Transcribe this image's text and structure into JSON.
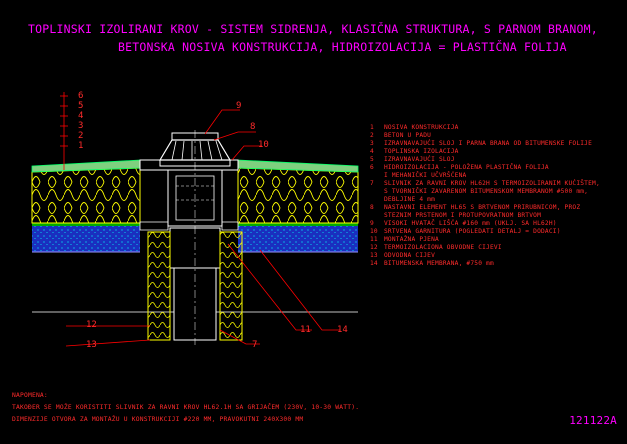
{
  "title": {
    "line1": "TOPLINSKI IZOLIRANI KROV - SISTEM SIDRENJA, KLASIČNA STRUKTURA, S PARNOM BRANOM,",
    "line2": "BETONSKA NOSIVA KONSTRUKCIJA, HIDROIZOLACIJA = PLASTIČNA FOLIJA"
  },
  "layer_numbers": [
    "6",
    "5",
    "4",
    "3",
    "2",
    "1"
  ],
  "callouts": [
    "9",
    "8",
    "10",
    "12",
    "13",
    "11",
    "14",
    "7"
  ],
  "legend": [
    {
      "num": "1",
      "text": "NOSIVA KONSTRUKCIJA"
    },
    {
      "num": "2",
      "text": "BETON U PADU"
    },
    {
      "num": "3",
      "text": "IZRAVNAVAJUĆI SLOJ I PARNA BRANA OD BITUMENSKE FOLIJE"
    },
    {
      "num": "4",
      "text": "TOPLINSKA IZOLACIJA"
    },
    {
      "num": "5",
      "text": "IZRAVNAVAJUĆI SLOJ"
    },
    {
      "num": "6",
      "text": "HIDROIZOLACIJA - POLOŽENA PLASTIČNA FOLIJA",
      "text2": "I MEHANIČKI UČVRŠĆENA"
    },
    {
      "num": "7",
      "text": "SLIVNIK ZA RAVNI KROV HL62H S TERMOIZOLIRANIM KUĆIŠTEM,",
      "text2": "S TVORNIČKI ZAVARENOM BITUMENSKOM MEMBRANOM #500 mm,",
      "text3": "DEBLJINE 4 mm"
    },
    {
      "num": "8",
      "text": "NASTAVNI ELEMENT HL65 S BRTVENOM PRIRUBNICOM, PROZ",
      "text2": "STEZNIM PRSTENOM I PROTUPOVRATNOM BRTVOM"
    },
    {
      "num": "9",
      "text": "VISOKI HVATAČ LIŠĆA #160 mm (UKLJ. SA HL62H)"
    },
    {
      "num": "10",
      "text": "SRTVENA GARNITURA (POGLEDATI DETALJ = DODACI)"
    },
    {
      "num": "11",
      "text": "MONTAŽNA PJENA"
    },
    {
      "num": "12",
      "text": "TERMOIZOLACIONA OBVODNE CIJEVI"
    },
    {
      "num": "13",
      "text": "ODVODNA CIJEV"
    },
    {
      "num": "14",
      "text": "BITUMENSKA MEMBRANA, #750 mm"
    }
  ],
  "notes": {
    "heading": "NAPOMENA:",
    "line1": "TAKOĐER SE MOŽE KORISTITI SLIVNIK ZA RAVNI KROV HL62.1H SA GRIJAČEM (230V, 10-30 WATT).",
    "line2": "DIMENZIJE OTVORA ZA MONTAŽU U KONSTRUKCIJI #220 MM, PRAVOKUTNI 240X300 MM"
  },
  "drawing_code": "121122A",
  "colors": {
    "background": "#000000",
    "title": "#ff00ff",
    "text_red": "#ff2b2b",
    "insulation": "#ffff00",
    "leader": "#ff0000",
    "concrete": "#2233cc",
    "membrane": "#00cc66",
    "outline": "#ffffff"
  }
}
